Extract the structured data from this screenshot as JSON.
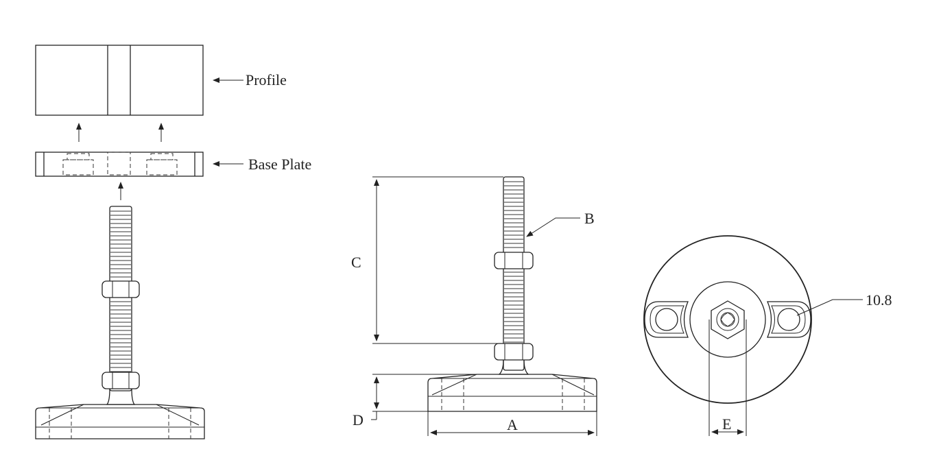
{
  "labels": {
    "profile": "Profile",
    "base_plate": "Base Plate",
    "a": "A",
    "b": "B",
    "c": "C",
    "d": "D",
    "e": "E",
    "hole": "10.8"
  },
  "colors": {
    "ink": "#222222",
    "background": "#ffffff"
  }
}
